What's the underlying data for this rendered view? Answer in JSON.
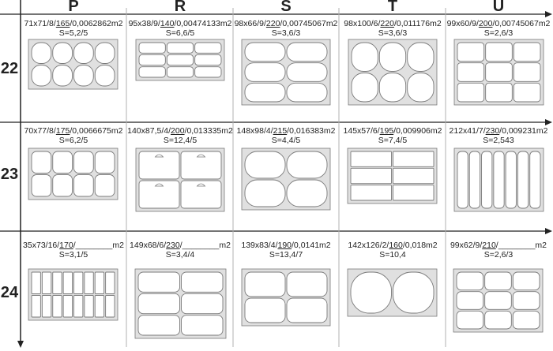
{
  "columns": [
    "P",
    "R",
    "S",
    "T",
    "U"
  ],
  "rows": [
    {
      "label": "22",
      "cells": [
        {
          "pre": "71x71/8/",
          "u": "165",
          "post": "/0,0062862m2",
          "s": "S=5,2/5",
          "shape": "scallop"
        },
        {
          "pre": "95x38/9/",
          "u": "140",
          "post": "/0,00474133m2",
          "s": "S=6,6/5",
          "shape": "wavy-rect"
        },
        {
          "pre": "98x66/9/",
          "u": "220",
          "post": "/0,00745067m2",
          "s": "S=3,6/3",
          "shape": "kidney"
        },
        {
          "pre": "98x100/6/",
          "u": "220",
          "post": "/0,011176m2",
          "s": "S=3,6/3",
          "shape": "quatrefoil"
        },
        {
          "pre": "99x60/9/",
          "u": "200",
          "post": "/0,00745067m2",
          "s": "S=2,6/3",
          "shape": "arched-rect"
        }
      ]
    },
    {
      "label": "23",
      "cells": [
        {
          "pre": "70x77/8/",
          "u": "175",
          "post": "/0,0066675m2",
          "s": "S=6,2/5",
          "shape": "rounded"
        },
        {
          "pre": "140x87,5/4/",
          "u": "200",
          "post": "/0,013335m2",
          "s": "S=12,4/5",
          "shape": "hang-tab"
        },
        {
          "pre": "148x98/4/",
          "u": "215",
          "post": "/0,016383m2",
          "s": "S=4,4/5",
          "shape": "kidney"
        },
        {
          "pre": "145x57/6/",
          "u": "195",
          "post": "/0,009906m2",
          "s": "S=7,4/5",
          "shape": "rect"
        },
        {
          "pre": "212x41/7/",
          "u": "230",
          "post": "/0,009231m2",
          "s": "S=2,543",
          "shape": "curved-strip"
        }
      ]
    },
    {
      "label": "24",
      "cells": [
        {
          "pre": "35x73/16/",
          "u": "170",
          "post": "/________m2",
          "s": "S=3,1/5",
          "shape": "rect"
        },
        {
          "pre": "149x68/6/",
          "u": "230",
          "post": "/________m2",
          "s": "S=3,4/4",
          "shape": "bottle"
        },
        {
          "pre": "139x83/4/",
          "u": "190",
          "post": "/0,0141m2",
          "s": "S=13,4/7",
          "shape": "tab-oval"
        },
        {
          "pre": "142x126/2/",
          "u": "160",
          "post": "/0,018m2",
          "s": "S=10,4",
          "shape": "heart"
        },
        {
          "pre": "99x62/9/",
          "u": "210",
          "post": "/________m2",
          "s": "S=2,6/3",
          "shape": "rounded"
        }
      ]
    }
  ],
  "colors": {
    "panel": "#e0e0e0",
    "line": "#7a7a7a",
    "axis": "#222222",
    "divider": "#b0b0b0"
  }
}
